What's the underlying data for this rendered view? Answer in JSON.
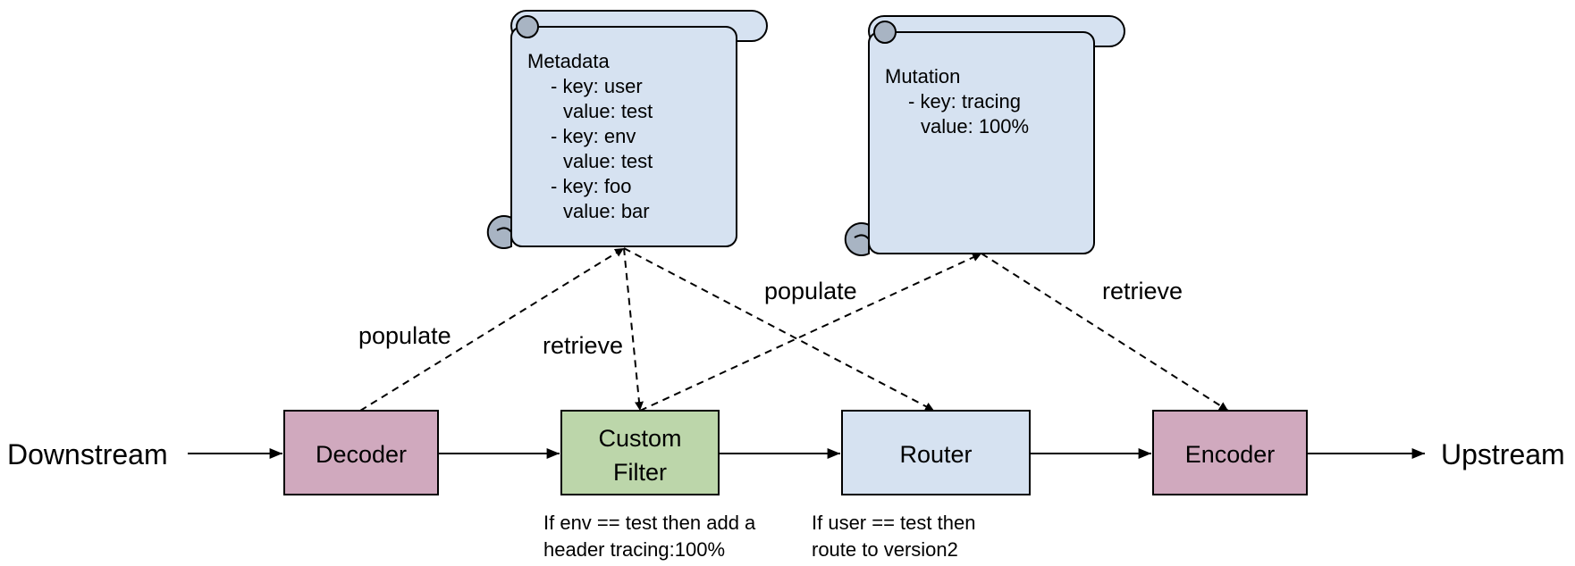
{
  "colors": {
    "decoder_fill": "#d0a9be",
    "encoder_fill": "#d0a9be",
    "filter_fill": "#bcd6aa",
    "router_fill": "#d6e2f1",
    "scroll_fill": "#d6e2f1",
    "scroll_curl": "#a8b4c3",
    "line": "#000000"
  },
  "endpoints": {
    "downstream": "Downstream",
    "upstream": "Upstream"
  },
  "nodes": {
    "decoder": "Decoder",
    "custom_filter_line1": "Custom",
    "custom_filter_line2": "Filter",
    "router": "Router",
    "encoder": "Encoder"
  },
  "metadata_scroll": {
    "title": "Metadata",
    "lines": [
      "- key: user",
      "value: test",
      "- key: env",
      "value: test",
      "- key: foo",
      "value: bar"
    ]
  },
  "mutation_scroll": {
    "title": "Mutation",
    "lines": [
      "- key: tracing",
      "value: 100%"
    ]
  },
  "edge_labels": {
    "populate_metadata": "populate",
    "retrieve_metadata": "retrieve",
    "populate_mutation": "populate",
    "retrieve_mutation": "retrieve"
  },
  "notes": {
    "filter_note_line1": "If env == test then add a",
    "filter_note_line2": "header tracing:100%",
    "router_note_line1": "If user == test then",
    "router_note_line2": "route to version2"
  }
}
